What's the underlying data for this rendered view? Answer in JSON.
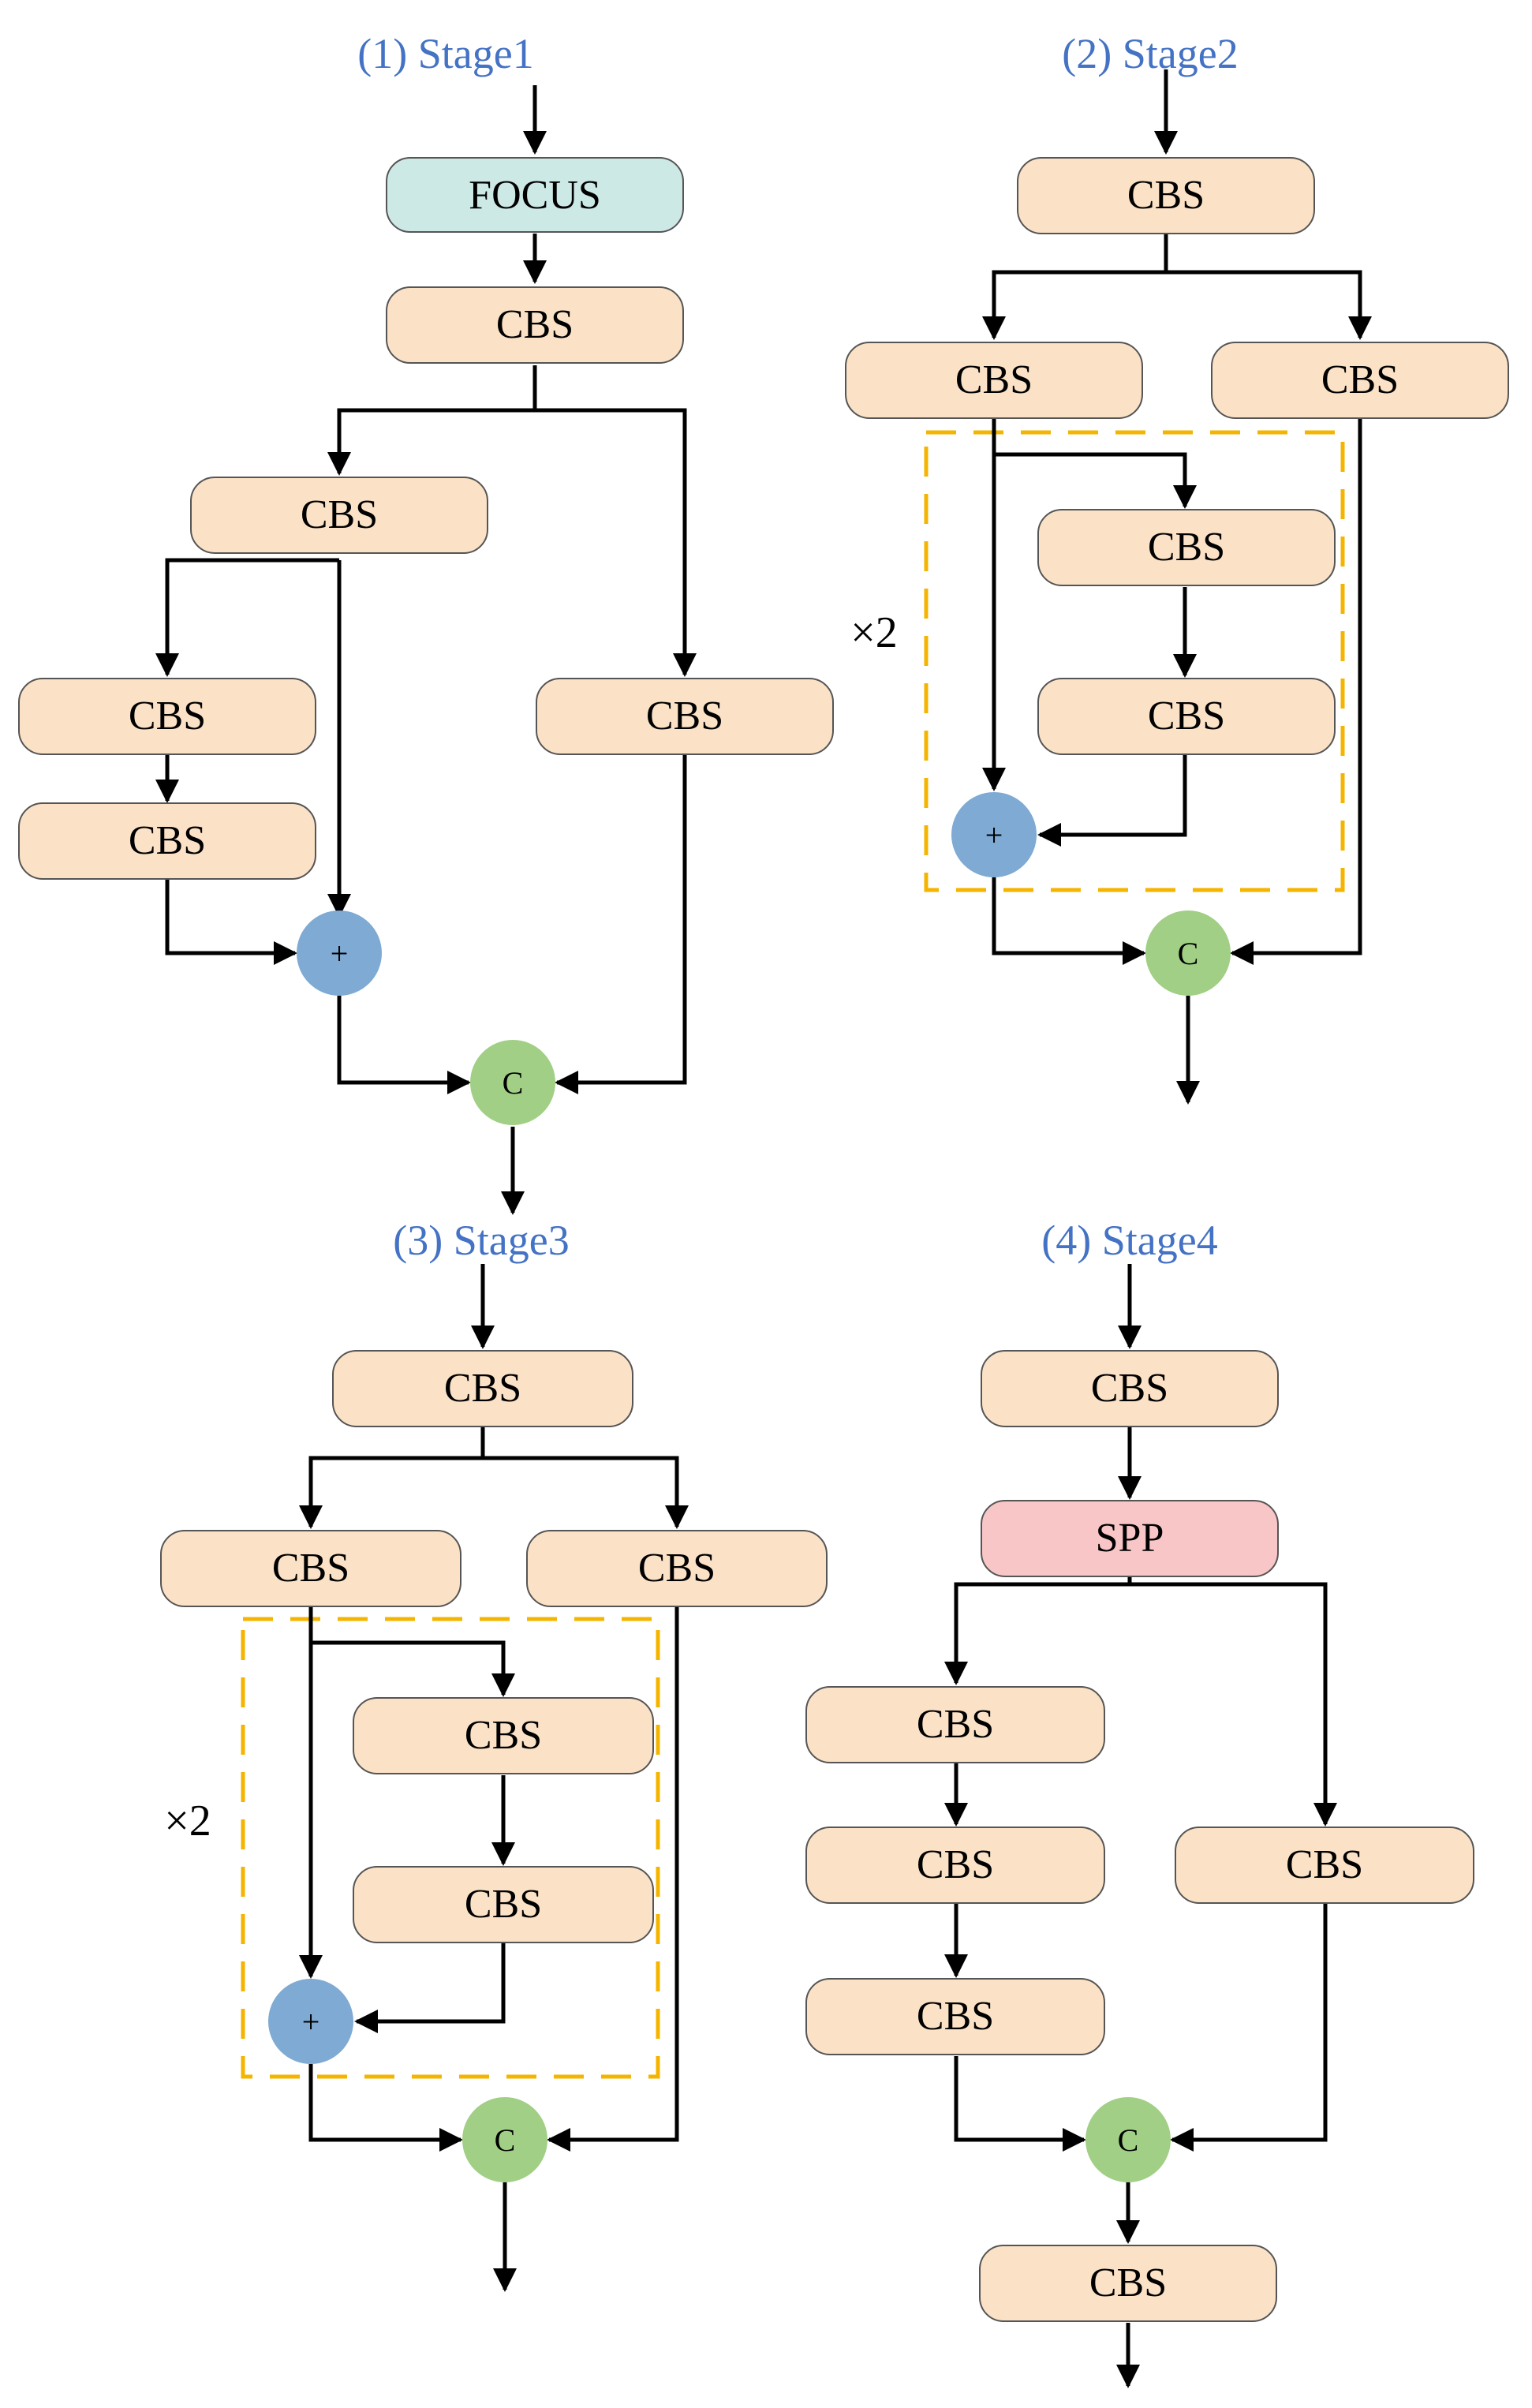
{
  "colors": {
    "cbs": "#fbe2c7",
    "focus": "#cde9e6",
    "spp": "#f8c6c6",
    "plus": "#7eaad3",
    "concat": "#a1cf85",
    "title": "#4472c4",
    "dashed_box": "#f4b400"
  },
  "stage1": {
    "title": "(1) Stage1",
    "focus": "FOCUS",
    "cbs1": "CBS",
    "cbs2": "CBS",
    "cbs3": "CBS",
    "cbs4": "CBS",
    "cbs5": "CBS",
    "plus": "+",
    "concat": "C"
  },
  "stage2": {
    "title": "(2) Stage2",
    "cbs1": "CBS",
    "cbs2": "CBS",
    "cbs3": "CBS",
    "cbs4": "CBS",
    "cbs5": "CBS",
    "plus": "+",
    "concat": "C",
    "repeat": "×2"
  },
  "stage3": {
    "title": "(3) Stage3",
    "cbs1": "CBS",
    "cbs2": "CBS",
    "cbs3": "CBS",
    "cbs4": "CBS",
    "cbs5": "CBS",
    "plus": "+",
    "concat": "C",
    "repeat": "×2"
  },
  "stage4": {
    "title": "(4) Stage4",
    "cbs1": "CBS",
    "spp": "SPP",
    "cbs2": "CBS",
    "cbs3": "CBS",
    "cbs4": "CBS",
    "cbs5": "CBS",
    "cbs6": "CBS",
    "concat": "C"
  }
}
